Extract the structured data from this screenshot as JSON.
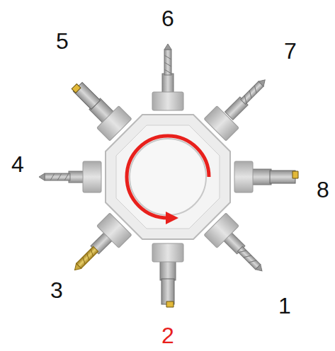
{
  "diagram": {
    "labels": [
      "6",
      "5",
      "7",
      "4",
      "8",
      "3",
      "1",
      "2"
    ]
  }
}
